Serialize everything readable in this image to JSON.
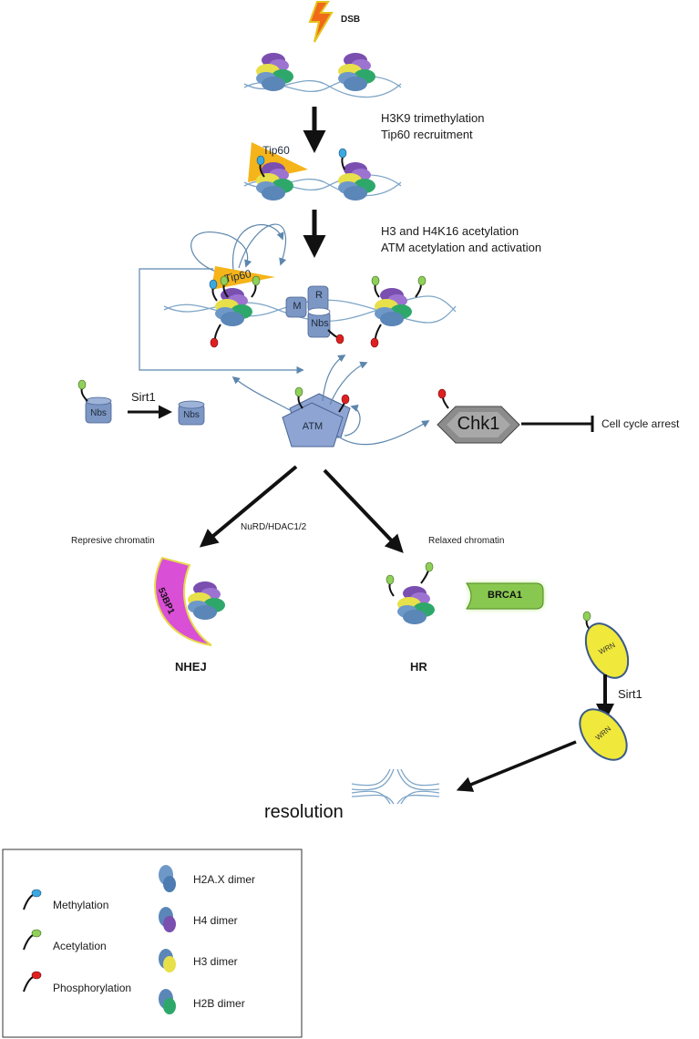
{
  "labels": {
    "dsb": "DSB",
    "step1_line1": "H3K9 trimethylation",
    "step1_line2": "Tip60  recruitment",
    "step2_line1": "H3  and  H4K16 acetylation",
    "step2_line2": "ATM acetylation and activation",
    "tip60": "Tip60",
    "mrn_m": "M",
    "mrn_r": "R",
    "mrn_nbs": "Nbs",
    "nbs": "Nbs",
    "sirt1": "Sirt1",
    "atm": "ATM",
    "chk1": "Chk1",
    "cell_cycle_arrest": "Cell cycle arrest",
    "nurd": "NuRD/HDAC1/2",
    "repressive": "Represive chromatin",
    "relaxed": "Relaxed chromatin",
    "p53bp1": "53BP1",
    "brca1": "BRCA1",
    "nhej": "NHEJ",
    "hr": "HR",
    "wrn": "WRN",
    "resolution": "resolution"
  },
  "legend": {
    "methylation": "Methylation",
    "acetylation": "Acetylation",
    "phosphorylation": "Phosphorylation",
    "h2ax": "H2A.X dimer",
    "h4": "H4 dimer",
    "h3": "H3 dimer",
    "h2b": "H2B dimer"
  },
  "colors": {
    "h2ax": "#6e98c8",
    "h4": "#7a4fb0",
    "h3": "#e8e04a",
    "h2b": "#2ea86a",
    "methylation": "#3aa9e0",
    "acetylation": "#8fcf5a",
    "phosphorylation": "#e02020",
    "tip60": "#f5b41a",
    "p53bp1": "#d94fd6",
    "brca1": "#88c850",
    "wrn": "#f0e83a",
    "complex": "#7d97c4",
    "chk1": "#8c8c8c"
  }
}
